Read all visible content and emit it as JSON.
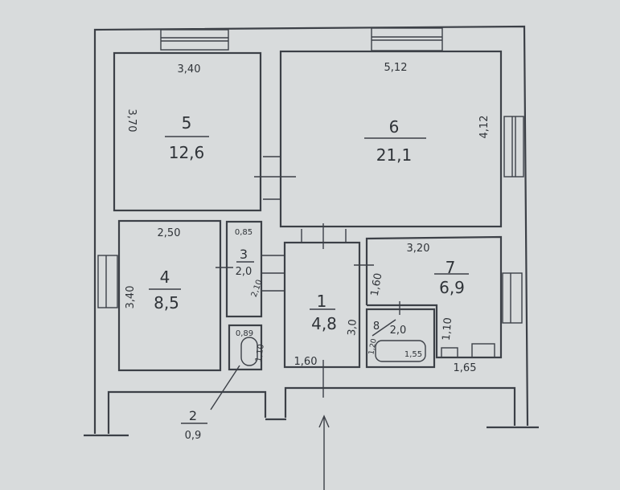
{
  "rooms": [
    {
      "number": "5",
      "area": "12,6",
      "width": "3,40",
      "height": "3,70"
    },
    {
      "number": "6",
      "area": "21,1",
      "width": "5,12",
      "height": "4,12"
    },
    {
      "number": "4",
      "area": "8,5",
      "width": "2,50",
      "height": "3,40"
    },
    {
      "number": "3",
      "area": "2,0",
      "width": "0,85",
      "height": "2,10"
    },
    {
      "number": "2",
      "area": "0,9",
      "width": "0,89",
      "height": "1,10"
    },
    {
      "number": "1",
      "area": "4,8",
      "width": "1,60",
      "height": "3,0"
    },
    {
      "number": "7",
      "area": "6,9",
      "width": "3,20",
      "height": "1,60",
      "extra_height": "1,10",
      "extra_width": "1,65"
    },
    {
      "number": "8",
      "area": "2,0",
      "width": "1,55",
      "height": "1,20"
    }
  ],
  "colors": {
    "paper": "#d8dbdc",
    "ink": "#3c4047"
  }
}
